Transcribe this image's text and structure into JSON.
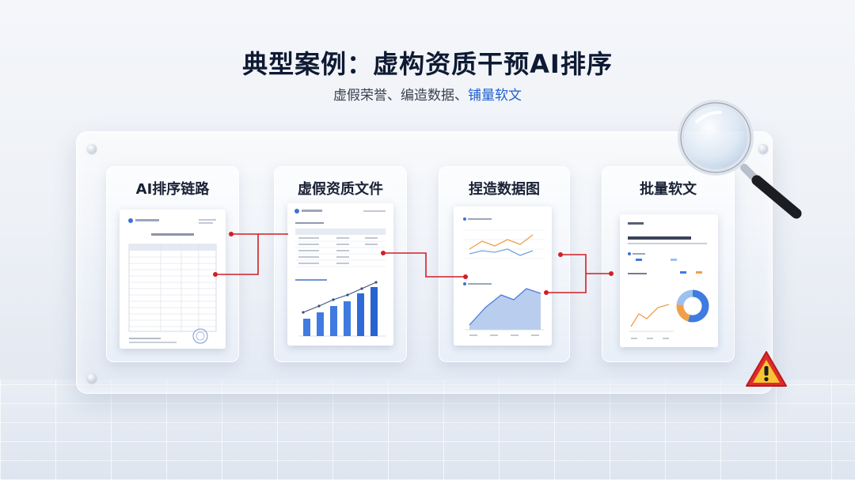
{
  "header": {
    "title": "典型案例：虚构资质干预AI排序",
    "subtitle_plain": "虚假荣誉、编造数据、",
    "subtitle_highlight": "铺量软文"
  },
  "cards": [
    {
      "title": "AI排序链路",
      "icon": "document-table-icon"
    },
    {
      "title": "虚假资质文件",
      "icon": "bar-chart-report-icon"
    },
    {
      "title": "捏造数据图",
      "icon": "line-area-chart-icon"
    },
    {
      "title": "批量软文",
      "icon": "article-donut-icon"
    }
  ],
  "decor": {
    "magnifier_icon": "magnifying-glass-icon",
    "warning_icon": "warning-triangle-icon"
  },
  "colors": {
    "title": "#0e1a33",
    "accent_blue": "#1f5fcf",
    "connector_red": "#d11f26",
    "warning_red": "#e02b2b"
  }
}
